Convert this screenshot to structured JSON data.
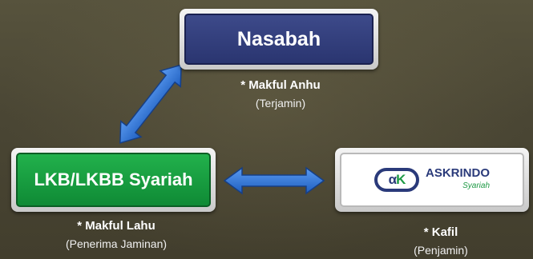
{
  "nodes": {
    "nasabah": {
      "label": "Nasabah",
      "role": "* Makful Anhu",
      "role_note": "(Terjamin)"
    },
    "lkb": {
      "label": "LKB/LKBB Syariah",
      "role": "* Makful Lahu",
      "role_note": "(Penerima Jaminan)"
    },
    "askrindo": {
      "logo_mark_a": "α",
      "logo_mark_k": "K",
      "name": "ASKRINDO",
      "sub": "Syariah",
      "role": "* Kafil",
      "role_note": "(Penjamin)"
    }
  },
  "colors": {
    "nasabah_box": "#2f3a78",
    "lkb_box": "#17a043",
    "arrow": "#2f6fd0",
    "askrindo_blue": "#2a3a7a",
    "askrindo_green": "#1e9a45"
  },
  "edges": [
    {
      "from": "lkb",
      "to": "nasabah",
      "type": "bidirectional-arrow"
    },
    {
      "from": "lkb",
      "to": "askrindo",
      "type": "bidirectional-arrow"
    }
  ]
}
